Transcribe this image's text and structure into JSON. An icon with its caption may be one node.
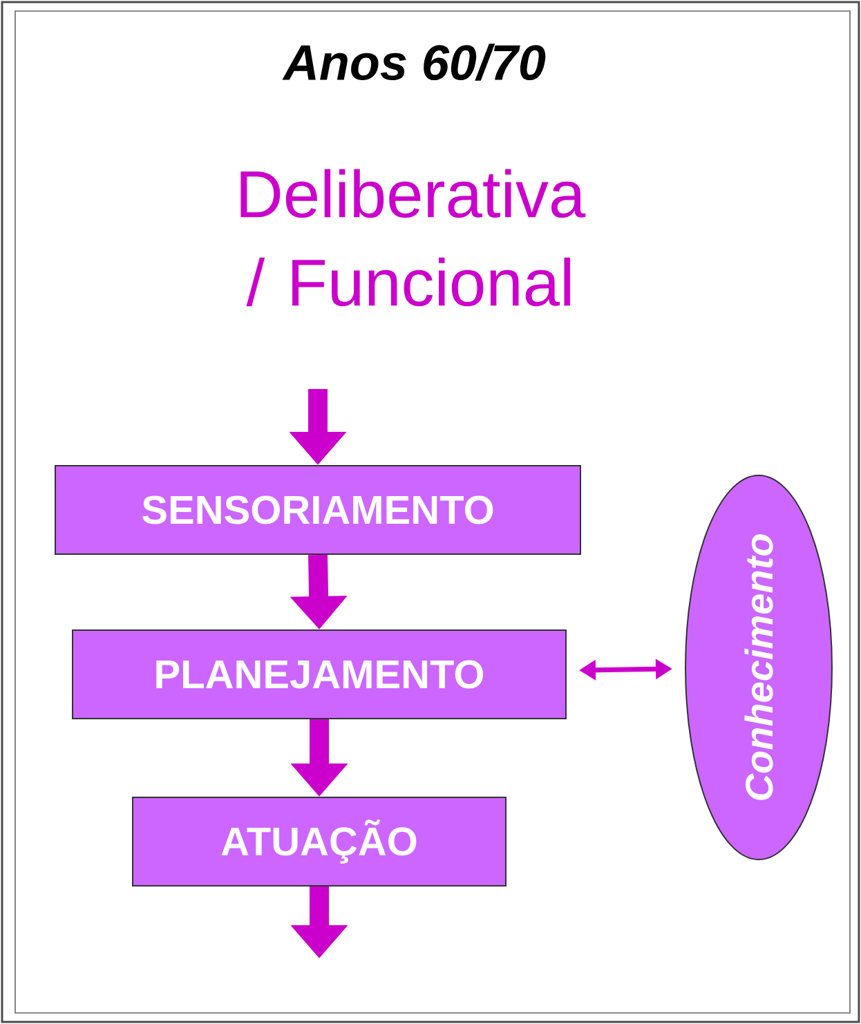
{
  "diagram": {
    "title": "Anos 60/70",
    "nodes": [
      {
        "text": [
          "SENSORIAMENTO"
        ]
      },
      {
        "text": [
          "PLANEJAMENTO"
        ]
      },
      {
        "text": [
          "ATUAÇÃO"
        ]
      },
      {
        "text": [
          "Conhecimento"
        ]
      }
    ],
    "edges": [
      {
        "from": null,
        "to": 0,
        "arrow": "to"
      },
      {
        "from": 0,
        "to": 1,
        "arrow": "to"
      },
      {
        "from": 1,
        "to": 2,
        "arrow": "to"
      },
      {
        "from": 2,
        "to": null,
        "arrow": "to"
      },
      {
        "from": 1,
        "to": 3,
        "arrow": "both"
      }
    ],
    "labels": [
      "Deliberativa / Funcional"
    ]
  }
}
